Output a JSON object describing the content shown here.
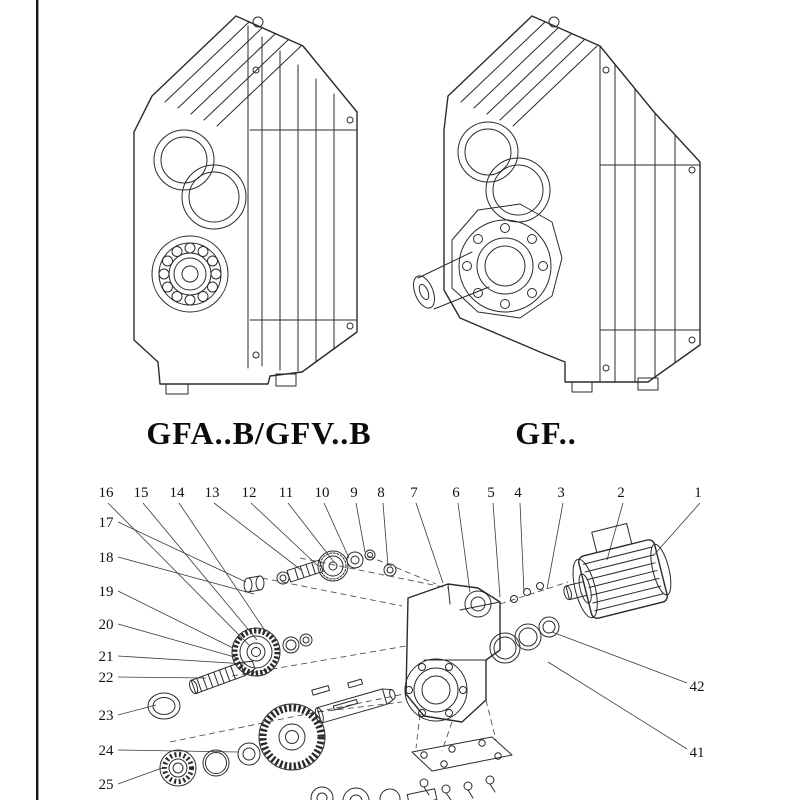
{
  "titles": {
    "left": "GFA..B/GFV..B",
    "right": "GF.."
  },
  "callouts": {
    "top": [
      "16",
      "15",
      "14",
      "13",
      "12",
      "11",
      "10",
      "9",
      "8",
      "7",
      "6",
      "5",
      "4",
      "3",
      "2",
      "1"
    ],
    "left": [
      "17",
      "18",
      "19",
      "20",
      "21",
      "22",
      "23",
      "24",
      "25"
    ],
    "right": [
      "42",
      "41"
    ]
  }
}
